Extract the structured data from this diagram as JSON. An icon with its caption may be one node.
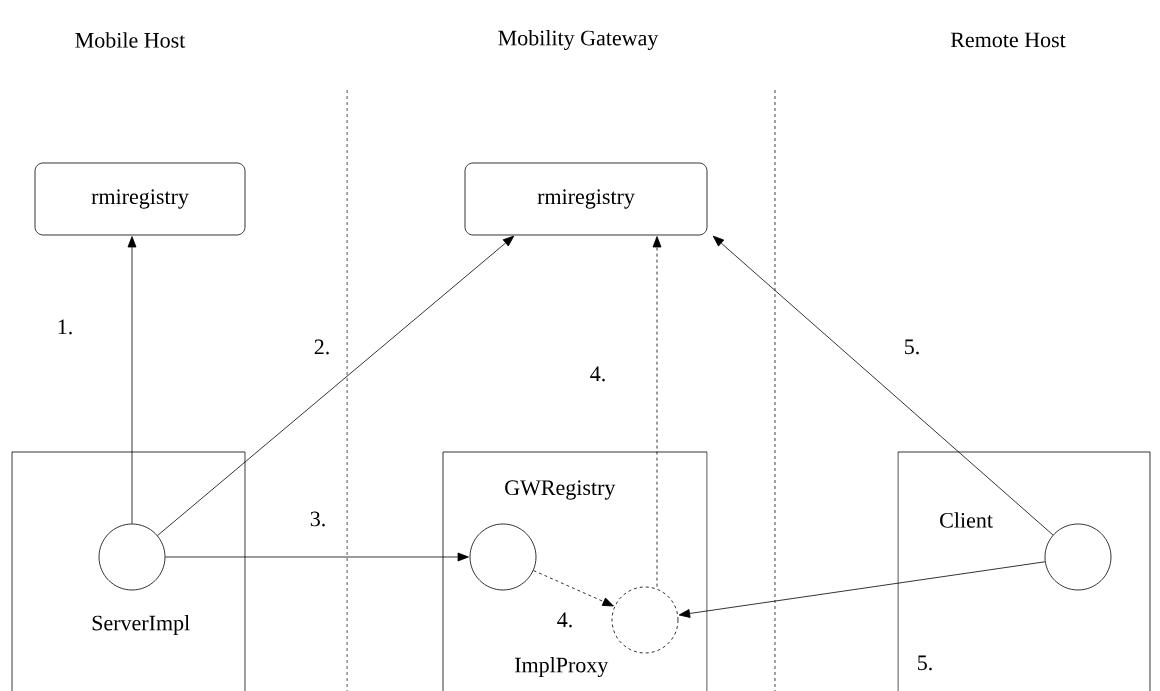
{
  "diagram": {
    "nodes": [
      {
        "text": [
          "rmiregistry"
        ]
      },
      {
        "text": [
          "rmiregistry"
        ]
      },
      {
        "text": [],
        "shape": "box"
      },
      {
        "text": [],
        "shape": "circle",
        "in": 2,
        "beside": [
          "ServerImpl"
        ]
      },
      {
        "text": [],
        "shape": "box"
      },
      {
        "text": [],
        "shape": "circle",
        "in": 4,
        "beside": [
          "GWRegistry"
        ]
      },
      {
        "text": [],
        "shape": "circle",
        "in": 4,
        "beside": [
          "ImplProxy"
        ]
      },
      {
        "text": [],
        "shape": "box"
      },
      {
        "text": [],
        "shape": "circle",
        "in": 7,
        "beside": [
          "Client"
        ]
      }
    ],
    "edges": [
      {
        "from": 3,
        "to": 0,
        "arrow": "to",
        "label": "1."
      },
      {
        "from": 3,
        "to": 1,
        "arrow": "to",
        "label": "2."
      },
      {
        "from": 3,
        "to": 5,
        "arrow": "to",
        "label": "3."
      },
      {
        "from": 5,
        "to": 6,
        "arrow": "to",
        "label": "4.",
        "style": "dashed"
      },
      {
        "from": 6,
        "to": 1,
        "arrow": "to",
        "label": "4.",
        "style": "dashed"
      },
      {
        "from": 8,
        "to": 1,
        "arrow": "to",
        "label": "5."
      },
      {
        "from": 8,
        "to": 6,
        "arrow": "to",
        "label": "5."
      }
    ],
    "labels": [
      "Mobile Host",
      "Mobility Gateway",
      "Remote Host"
    ]
  }
}
